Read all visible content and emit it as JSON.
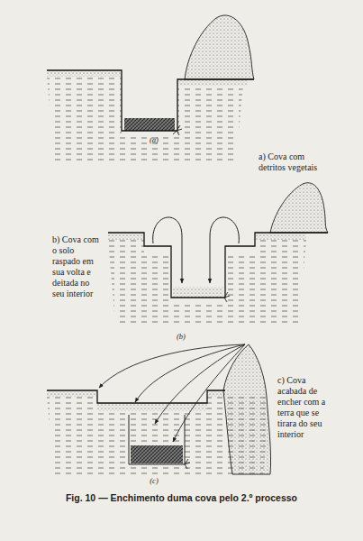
{
  "diagram": {
    "caption": "Fig. 10 — Enchimento duma cova pelo 2.º processo",
    "labels": [
      "(a)",
      "a) Cova com detritos vegetais",
      "b) Cova com o solo raspado em sua volta e deitada no seu interior",
      "(b)",
      "c) Cova acabada de encher com a terra que se tirara do seu interior",
      "(c)"
    ]
  }
}
